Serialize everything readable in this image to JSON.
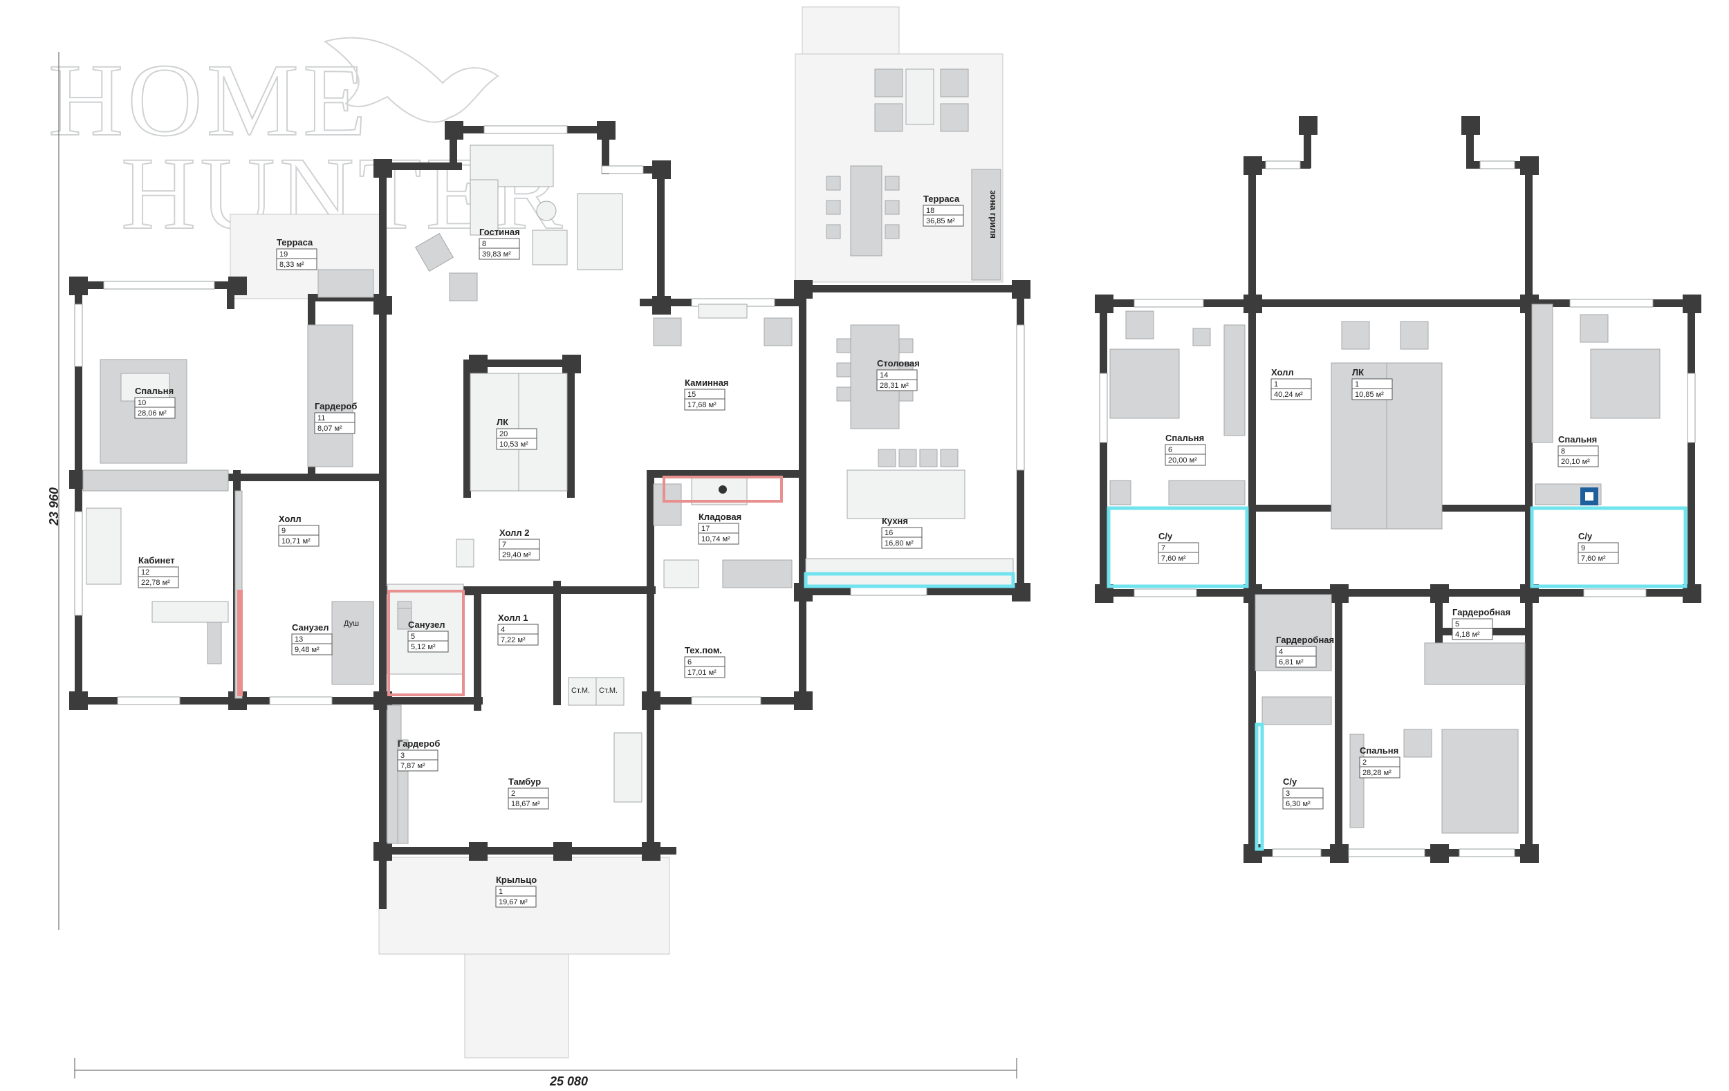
{
  "watermark": {
    "line1": "HOME",
    "line2": "HUNTER"
  },
  "dimensions": {
    "width": "25 080",
    "height": "23 960"
  },
  "floor1_rooms": [
    {
      "id": "r1-19",
      "name": "Терраса",
      "num": "19",
      "area": "8,33 м²"
    },
    {
      "id": "r1-8",
      "name": "Гостиная",
      "num": "8",
      "area": "39,83 м²"
    },
    {
      "id": "r1-18",
      "name": "Терраса",
      "num": "18",
      "area": "36,85 м²"
    },
    {
      "id": "r1-10",
      "name": "Спальня",
      "num": "10",
      "area": "28,06 м²"
    },
    {
      "id": "r1-11",
      "name": "Гардероб",
      "num": "11",
      "area": "8,07 м²"
    },
    {
      "id": "r1-20",
      "name": "ЛК",
      "num": "20",
      "area": "10,53 м²"
    },
    {
      "id": "r1-15",
      "name": "Каминная",
      "num": "15",
      "area": "17,68 м²"
    },
    {
      "id": "r1-14",
      "name": "Столовая",
      "num": "14",
      "area": "28,31 м²"
    },
    {
      "id": "r1-9",
      "name": "Холл",
      "num": "9",
      "area": "10,71 м²"
    },
    {
      "id": "r1-7",
      "name": "Холл 2",
      "num": "7",
      "area": "29,40 м²"
    },
    {
      "id": "r1-17",
      "name": "Кладовая",
      "num": "17",
      "area": "10,74 м²"
    },
    {
      "id": "r1-16",
      "name": "Кухня",
      "num": "16",
      "area": "16,80 м²"
    },
    {
      "id": "r1-12",
      "name": "Кабинет",
      "num": "12",
      "area": "22,78 м²"
    },
    {
      "id": "r1-13",
      "name": "Санузел",
      "num": "13",
      "area": "9,48 м²"
    },
    {
      "id": "r1-5",
      "name": "Санузел",
      "num": "5",
      "area": "5,12 м²"
    },
    {
      "id": "r1-4",
      "name": "Холл 1",
      "num": "4",
      "area": "7,22 м²"
    },
    {
      "id": "r1-6",
      "name": "Тех.пом.",
      "num": "6",
      "area": "17,01 м²"
    },
    {
      "id": "r1-3",
      "name": "Гардероб",
      "num": "3",
      "area": "7,87 м²"
    },
    {
      "id": "r1-2",
      "name": "Тамбур",
      "num": "2",
      "area": "18,67 м²"
    },
    {
      "id": "r1-1",
      "name": "Крыльцо",
      "num": "1",
      "area": "19,67 м²"
    }
  ],
  "floor2_rooms": [
    {
      "id": "r2-1h",
      "name": "Холл",
      "num": "1",
      "area": "40,24 м²"
    },
    {
      "id": "r2-1l",
      "name": "ЛК",
      "num": "1",
      "area": "10,85 м²"
    },
    {
      "id": "r2-6",
      "name": "Спальня",
      "num": "6",
      "area": "20,00 м²"
    },
    {
      "id": "r2-8",
      "name": "Спальня",
      "num": "8",
      "area": "20,10 м²"
    },
    {
      "id": "r2-7",
      "name": "С/у",
      "num": "7",
      "area": "7,60 м²"
    },
    {
      "id": "r2-9",
      "name": "С/у",
      "num": "9",
      "area": "7,60 м²"
    },
    {
      "id": "r2-5",
      "name": "Гардеробная",
      "num": "5",
      "area": "4,18 м²"
    },
    {
      "id": "r2-4",
      "name": "Гардеробная",
      "num": "4",
      "area": "6,81 м²"
    },
    {
      "id": "r2-2",
      "name": "Спальня",
      "num": "2",
      "area": "28,28 м²"
    },
    {
      "id": "r2-3",
      "name": "С/у",
      "num": "3",
      "area": "6,30 м²"
    }
  ],
  "annotations": {
    "grill_zone": "зона гриля",
    "shower": "Душ",
    "boiler1": "Ст.М.",
    "boiler2": "Ст.М."
  }
}
